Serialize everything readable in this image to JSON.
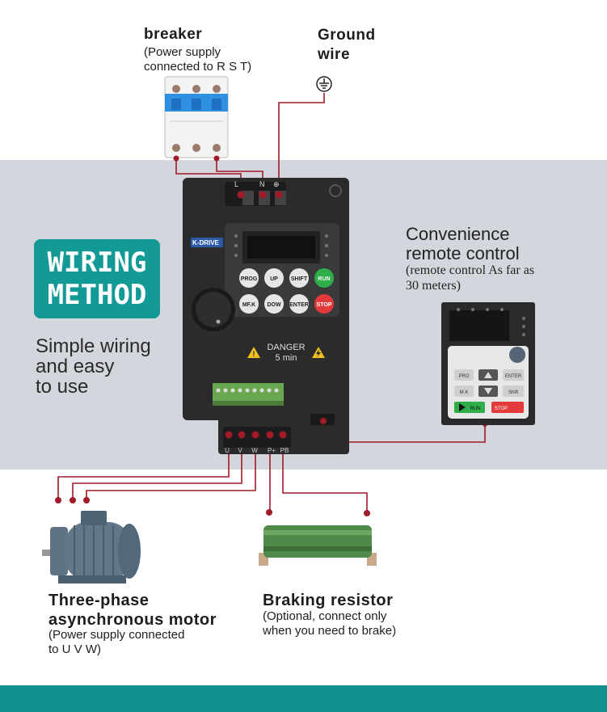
{
  "breaker": {
    "title": "breaker",
    "subtitle": [
      "(Power supply",
      "connected to R S T)"
    ]
  },
  "ground": {
    "title": [
      "Ground",
      "wire"
    ],
    "symbol": "ground-symbol-icon"
  },
  "badge": {
    "lines": [
      "WIRING",
      "METHOD"
    ]
  },
  "simple": {
    "lines": [
      "Simple wiring",
      "and easy",
      "to use"
    ]
  },
  "remote": {
    "title": [
      "Convenience",
      "remote control"
    ],
    "subtitle": [
      "(remote control As far as",
      "30 meters)"
    ]
  },
  "inverter": {
    "brand": "K-DRIVE",
    "top_terminals": [
      "L",
      "N",
      "⊕"
    ],
    "buttons": [
      "PROG",
      "UP",
      "SHIFT",
      "RUN",
      "MF.K",
      "DOW",
      "ENTER",
      "STOP"
    ],
    "danger": [
      "DANGER",
      "5 min"
    ],
    "bottom_terminals": [
      "U",
      "V",
      "W",
      "P+",
      "PB"
    ]
  },
  "keypad": {
    "buttons": [
      "PRO",
      "ENTER",
      "M.K",
      "Shift",
      "RUN",
      "STOP"
    ]
  },
  "motor": {
    "title": [
      "Three-phase",
      "asynchronous motor"
    ],
    "subtitle": [
      "(Power supply connected",
      "to U V W)"
    ]
  },
  "resistor": {
    "title": "Braking resistor",
    "subtitle": [
      "(Optional, connect only",
      "when you need to brake)"
    ]
  },
  "colors": {
    "wire": "#a11b28",
    "accent": "#139a97",
    "band": "#d3d6dc",
    "footer": "#0f8f90"
  }
}
